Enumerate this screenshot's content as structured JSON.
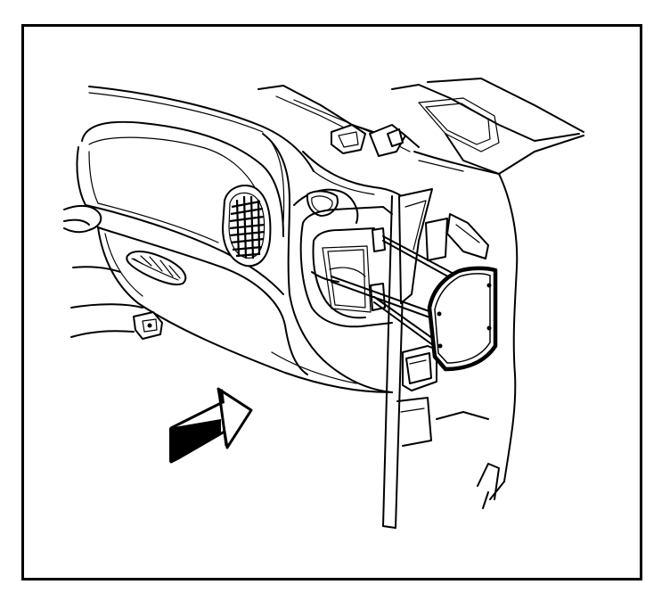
{
  "figure": {
    "type": "service-manual-illustration",
    "border_color": "#000000",
    "background": "#ffffff",
    "line_color": "#000000",
    "text_labels": []
  },
  "parts": [
    {
      "name": "instrument-panel"
    },
    {
      "name": "glove-box"
    },
    {
      "name": "center-air-vent"
    },
    {
      "name": "ip-end-panel-opening"
    },
    {
      "name": "ip-end-cap-trim-panel"
    },
    {
      "name": "door-frame-pillar"
    },
    {
      "name": "direction-arrow",
      "meaning": "view-direction"
    }
  ]
}
